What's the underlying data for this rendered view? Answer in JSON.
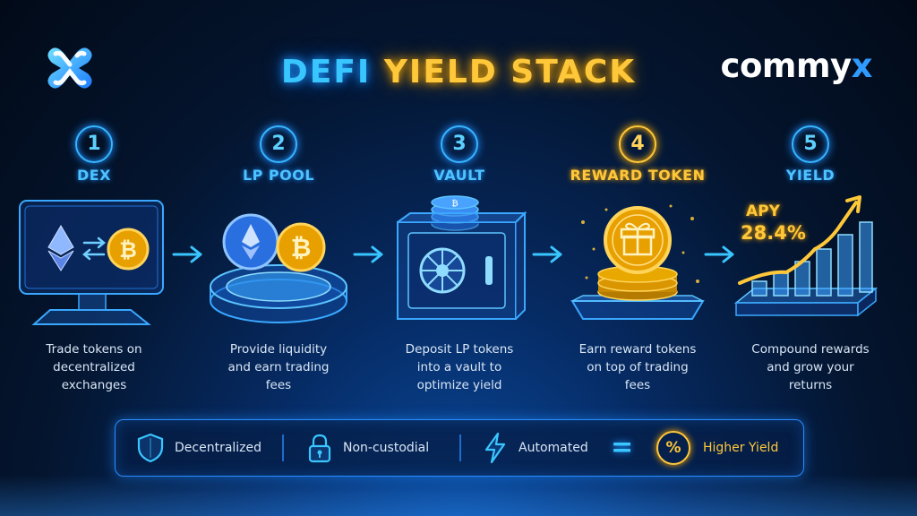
{
  "header": {
    "title_part1": "DEFI",
    "title_part2": "YIELD STACK",
    "brand_main": "commy",
    "brand_accent": "x"
  },
  "steps": [
    {
      "number": "1",
      "label": "DEX",
      "desc_lines": [
        "Trade tokens on",
        "decentralized",
        "exchanges"
      ]
    },
    {
      "number": "2",
      "label": "LP POOL",
      "desc_lines": [
        "Provide liquidity",
        "and earn trading",
        "fees"
      ]
    },
    {
      "number": "3",
      "label": "VAULT",
      "desc_lines": [
        "Deposit LP tokens",
        "into a vault to",
        "optimize yield"
      ]
    },
    {
      "number": "4",
      "label": "REWARD TOKEN",
      "desc_lines": [
        "Earn reward tokens",
        "on top of trading",
        "fees"
      ]
    },
    {
      "number": "5",
      "label": "YIELD",
      "desc_lines": [
        "Compound rewards",
        "and grow your",
        "returns"
      ]
    }
  ],
  "yield_card": {
    "apy_label": "APY",
    "apy_value": "28.4%"
  },
  "footer": {
    "items": [
      {
        "label": "Decentralized",
        "icon": "shield-icon"
      },
      {
        "label": "Non-custodial",
        "icon": "lock-icon"
      },
      {
        "label": "Automated",
        "icon": "lightning-icon"
      }
    ],
    "equals": "=",
    "result_symbol": "%",
    "result_label": "Higher Yield"
  },
  "colors": {
    "accent_blue": "#39c6ff",
    "accent_gold": "#ffc83a",
    "background": "#04152f"
  }
}
